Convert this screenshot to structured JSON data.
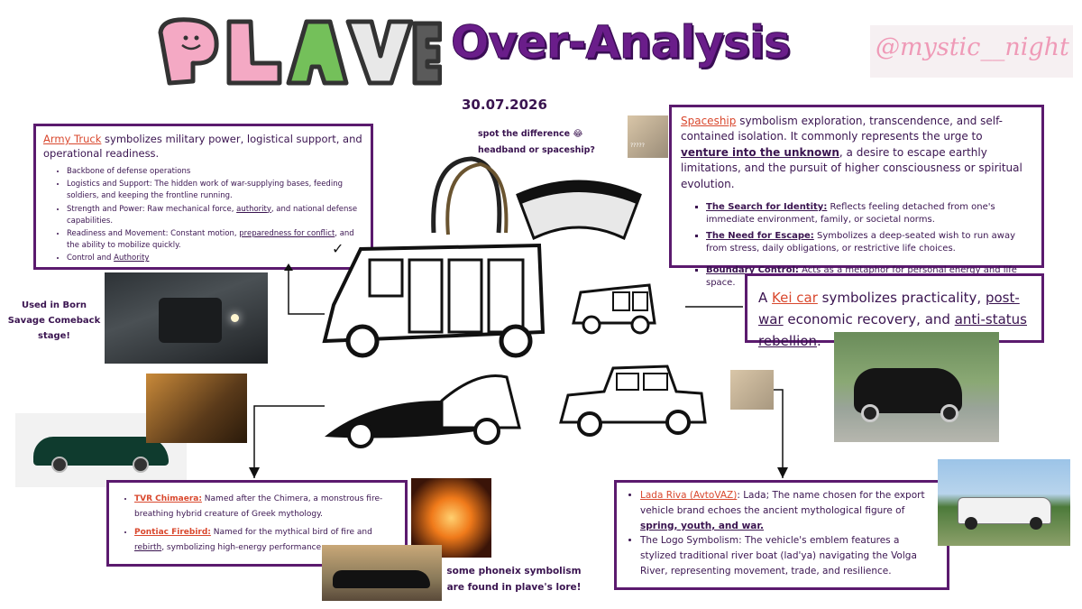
{
  "header": {
    "logo": "PLAVE",
    "title": "Over-Analysis",
    "handle": "@mystic__night",
    "date": "30.07.2026"
  },
  "colors": {
    "title": "#6a1d8a",
    "border": "#5b1a6e",
    "accent_red": "#d9482e",
    "logo_pink": "#f4a9c4",
    "logo_green": "#74c05a",
    "logo_gray": "#5a5a5a"
  },
  "army": {
    "term": "Army Truck",
    "lead": " symbolizes military power, logistical support, and operational readiness.",
    "items": [
      "Backbone of defense operations",
      "Logistics and Support: The hidden work of war-supplying bases, feeding soldiers, and keeping the frontline running.",
      {
        "pre": "Strength and Power: Raw mechanical force, ",
        "u": "authority",
        "post": ", and national defense capabilities."
      },
      {
        "pre": "Readiness and Movement: Constant motion, ",
        "u": "preparedness for conflict",
        "post": ", and the ability to mobilize quickly."
      },
      {
        "pre": "Control and ",
        "u": "Authority",
        "post": ""
      }
    ]
  },
  "spaceship": {
    "term": "Spaceship",
    "text1": " symbolism exploration, transcendence, and self-contained isolation. It commonly represents the urge to ",
    "bold": "venture into the unknown",
    "text2": ", a desire to escape earthly limitations, and the pursuit of higher consciousness or spiritual evolution.",
    "items": [
      {
        "head": "The Search for Identity:",
        "body": " Reflects feeling detached from one's immediate environment, family, or societal norms."
      },
      {
        "head": "The Need for Escape:",
        "body": " Symbolizes a deep-seated wish to run away from stress, daily obligations, or restrictive life choices."
      },
      {
        "head": "Boundary Control:",
        "body": " Acts as a metaphor for personal energy and life space."
      }
    ]
  },
  "kei": {
    "pre": "A ",
    "term": "Kei car",
    "mid": " symbolizes practicality, ",
    "u1": "post-war",
    "mid2": " economic recovery, and ",
    "u2": "anti-status rebellion",
    "end": "."
  },
  "tvr": {
    "items": [
      {
        "term": "TVR Chimaera:",
        "body": " Named after the Chimera, a monstrous fire-breathing hybrid creature of Greek mythology."
      },
      {
        "term": "Pontiac Firebird:",
        "body": " Named for the mythical bird of fire and ",
        "u": "rebirth",
        "post": ", symbolizing high-energy performance."
      }
    ]
  },
  "lada": {
    "term": "Lada Riva (AvtoVAZ)",
    "text1": ": Lada; The name chosen for the export vehicle brand echoes the ancient mythological figure of ",
    "bold": "spring, youth, and war.",
    "item2": "The Logo Symbolism: The vehicle's emblem features a stylized traditional river boat (lad'ya) navigating the Volga River, representing movement, trade, and resilience."
  },
  "notes": {
    "born": "Used in Born Savage Comeback stage!",
    "spot1": "spot the difference 😂",
    "spot2": "headband or spaceship?",
    "phoenix": "some phoneix symbolism are found in plave's lore!",
    "mark": "✓",
    "qmarks": "?????"
  }
}
